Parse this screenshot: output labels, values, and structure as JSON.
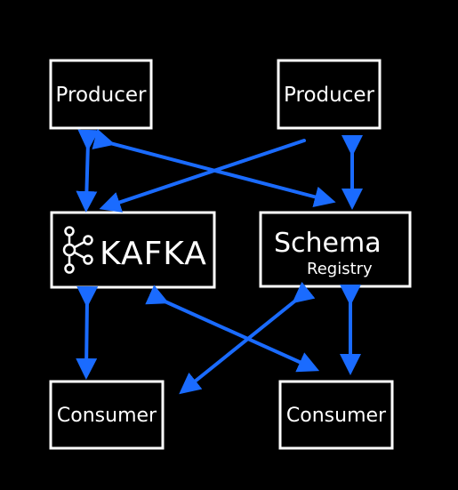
{
  "colors": {
    "background": "#000000",
    "box": "#ffffff",
    "arrow": "#1a6bff"
  },
  "nodes": {
    "producer_left": {
      "label": "Producer"
    },
    "producer_right": {
      "label": "Producer"
    },
    "kafka": {
      "label": "KAFKA",
      "icon": "kafka-logo-icon"
    },
    "schema_registry": {
      "line1": "Schema",
      "line2": "Registry"
    },
    "consumer_left": {
      "label": "Consumer"
    },
    "consumer_right": {
      "label": "Consumer"
    }
  }
}
